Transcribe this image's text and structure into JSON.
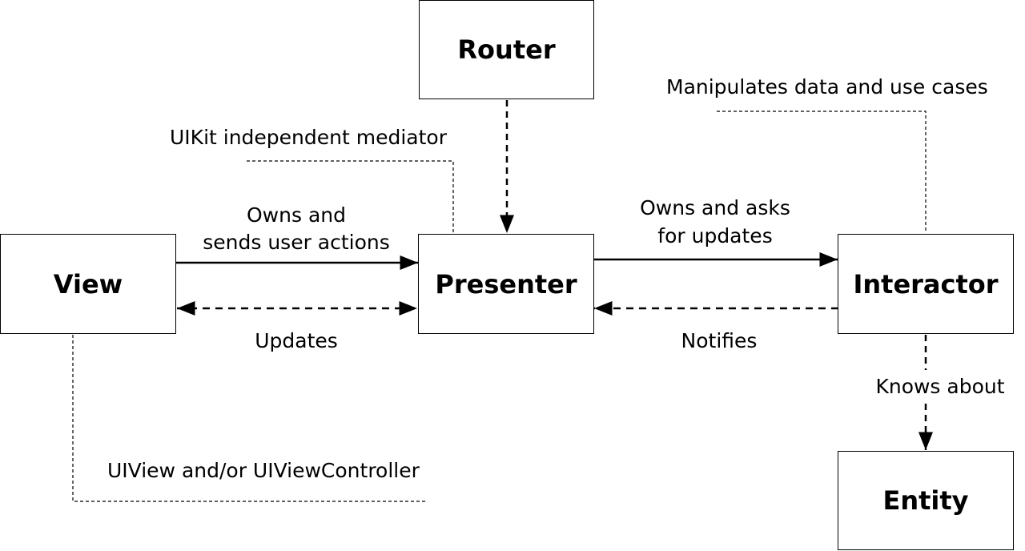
{
  "nodes": {
    "router": "Router",
    "view": "View",
    "presenter": "Presenter",
    "interactor": "Interactor",
    "entity": "Entity"
  },
  "edges": {
    "view_to_presenter": [
      "Owns and",
      "sends user actions"
    ],
    "presenter_to_view": "Updates",
    "presenter_to_interactor": [
      "Owns and asks",
      "for updates"
    ],
    "interactor_to_presenter": "Notifies",
    "interactor_to_entity": "Knows about"
  },
  "notes": {
    "presenter": "UIKit independent mediator",
    "interactor": "Manipulates data and use cases",
    "view": "UIView and/or UIViewController"
  }
}
